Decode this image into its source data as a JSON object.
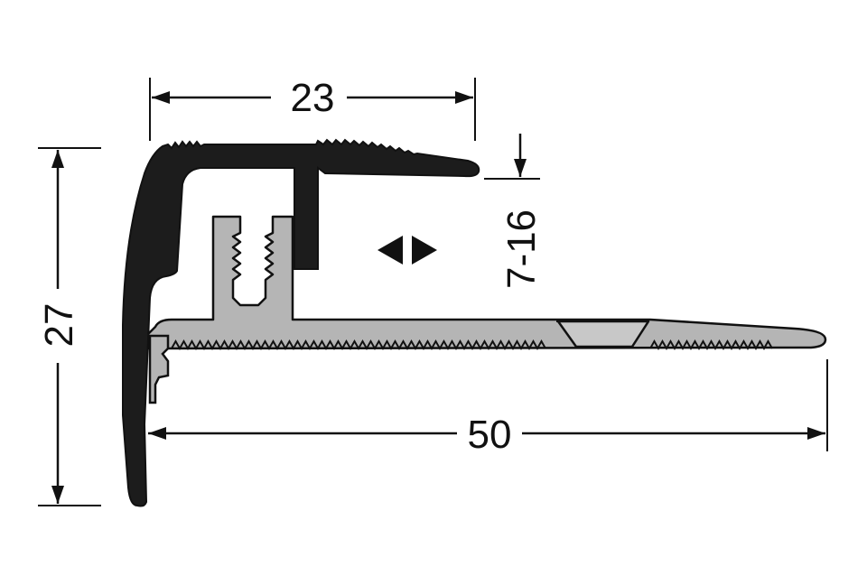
{
  "diagram": {
    "dimensions": {
      "top_width": "23",
      "height": "27",
      "adjustable_gap": "7-16",
      "base_width": "50"
    },
    "symbols": {
      "adjust_arrow": "double-arrow-left-right-icon"
    },
    "colors": {
      "line": "#111111",
      "dark_profile": "#1c1c1c",
      "light_profile": "#b5b5b5",
      "outline": "#111111",
      "background": "#ffffff"
    }
  }
}
